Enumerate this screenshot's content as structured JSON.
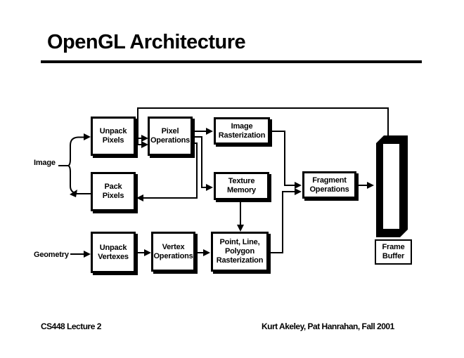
{
  "slide": {
    "title": "OpenGL Architecture",
    "footer_left": "CS448 Lecture 2",
    "footer_right": "Kurt Akeley, Pat Hanrahan, Fall 2001"
  },
  "diagram": {
    "input_labels": {
      "image": "Image",
      "geometry": "Geometry"
    },
    "boxes": {
      "unpack_pixels": {
        "label": "Unpack\nPixels"
      },
      "pixel_operations": {
        "label": "Pixel\nOperations"
      },
      "image_rasterization": {
        "label": "Image\nRasterization"
      },
      "pack_pixels": {
        "label": "Pack\nPixels"
      },
      "texture_memory": {
        "label": "Texture\nMemory"
      },
      "fragment_operations": {
        "label": "Fragment\nOperations"
      },
      "unpack_vertexes": {
        "label": "Unpack\nVertexes"
      },
      "vertex_operations": {
        "label": "Vertex\nOperations"
      },
      "point_line_polygon": {
        "label": "Point, Line,\nPolygon\nRasterization"
      },
      "frame_buffer": {
        "label": "Frame\nBuffer"
      }
    },
    "edges": [
      {
        "from": "image",
        "to": "unpack_pixels"
      },
      {
        "from": "pack_pixels",
        "to": "image"
      },
      {
        "from": "unpack_pixels",
        "to": "pixel_operations"
      },
      {
        "from": "frame_buffer",
        "to": "pixel_operations"
      },
      {
        "from": "pixel_operations",
        "to": "image_rasterization"
      },
      {
        "from": "pixel_operations",
        "to": "texture_memory"
      },
      {
        "from": "pixel_operations",
        "to": "pack_pixels"
      },
      {
        "from": "image_rasterization",
        "to": "fragment_operations"
      },
      {
        "from": "texture_memory",
        "to": "point_line_polygon"
      },
      {
        "from": "geometry",
        "to": "unpack_vertexes"
      },
      {
        "from": "unpack_vertexes",
        "to": "vertex_operations"
      },
      {
        "from": "vertex_operations",
        "to": "point_line_polygon"
      },
      {
        "from": "point_line_polygon",
        "to": "fragment_operations"
      },
      {
        "from": "fragment_operations",
        "to": "frame_buffer"
      }
    ],
    "colors": {
      "line": "#000000",
      "box_border": "#000000",
      "box_fill": "#ffffff",
      "text": "#000000",
      "background": "#ffffff"
    }
  }
}
